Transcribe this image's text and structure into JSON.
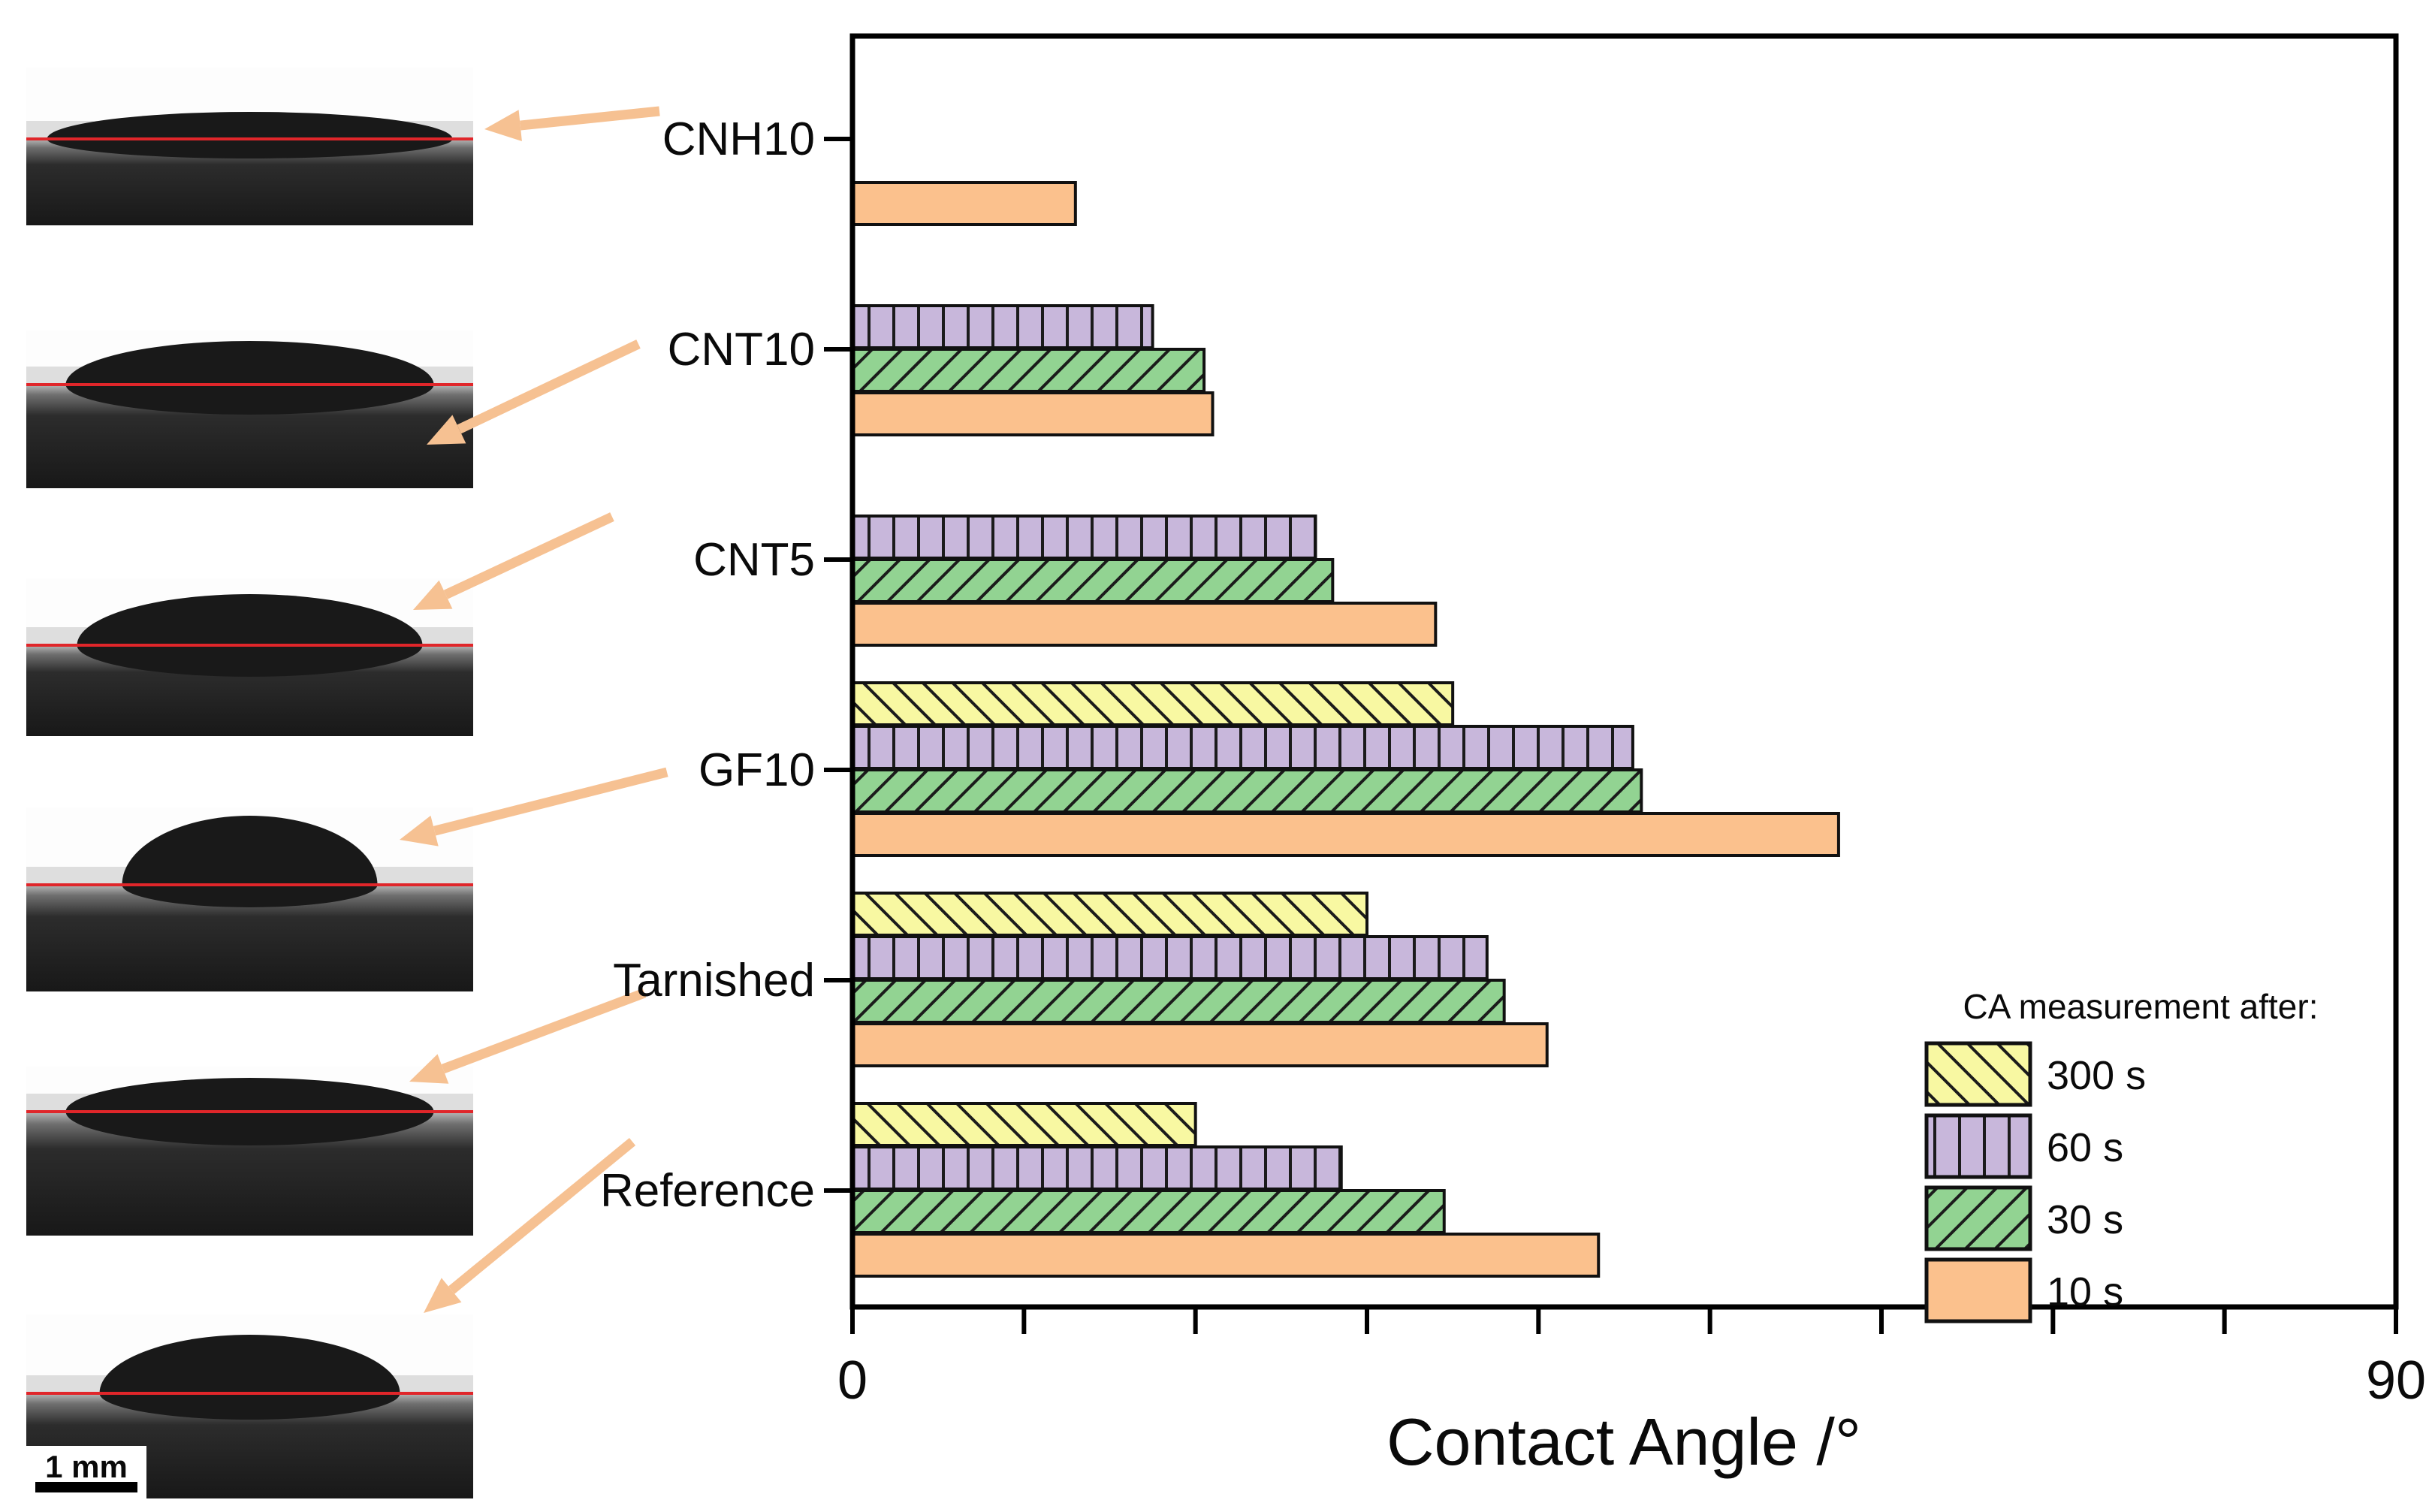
{
  "figure": {
    "legend_title": "CA measurement after:",
    "x_tick_labels": [
      "0",
      "90"
    ],
    "scale_bar_label": "1 mm"
  },
  "chart_data": {
    "type": "bar",
    "orientation": "horizontal",
    "title": "",
    "xlabel": "Contact Angle /°",
    "ylabel": "",
    "xlim": [
      0,
      90
    ],
    "x_labeled_ticks": [
      0,
      90
    ],
    "x_minor_tick_step": 10,
    "grid": false,
    "legend_position": "lower-right",
    "categories": [
      "CNH10",
      "CNT10",
      "CNT5",
      "GF10",
      "Tarnished",
      "Reference"
    ],
    "series": [
      {
        "name": "300 s",
        "color": "#f8f8a2",
        "hatch": "\\",
        "values": [
          null,
          null,
          null,
          35,
          30,
          20
        ]
      },
      {
        "name": "60 s",
        "color": "#c8b7db",
        "hatch": "|",
        "values": [
          null,
          17.5,
          27,
          45.5,
          37,
          28.5
        ]
      },
      {
        "name": "30 s",
        "color": "#92d392",
        "hatch": "/",
        "values": [
          null,
          20.5,
          28,
          46,
          38,
          34.5
        ]
      },
      {
        "name": "10 s",
        "color": "#fbc18d",
        "hatch": "",
        "values": [
          13,
          21,
          34,
          57.5,
          40.5,
          43.5
        ]
      }
    ],
    "value_unit": "degrees"
  },
  "colors": {
    "axis": "#000000",
    "bar_border": "#111111",
    "hatch_line": "#1b1b1b",
    "arrow": "#f6c192",
    "droplet_baseline_red": "#e0262a"
  }
}
